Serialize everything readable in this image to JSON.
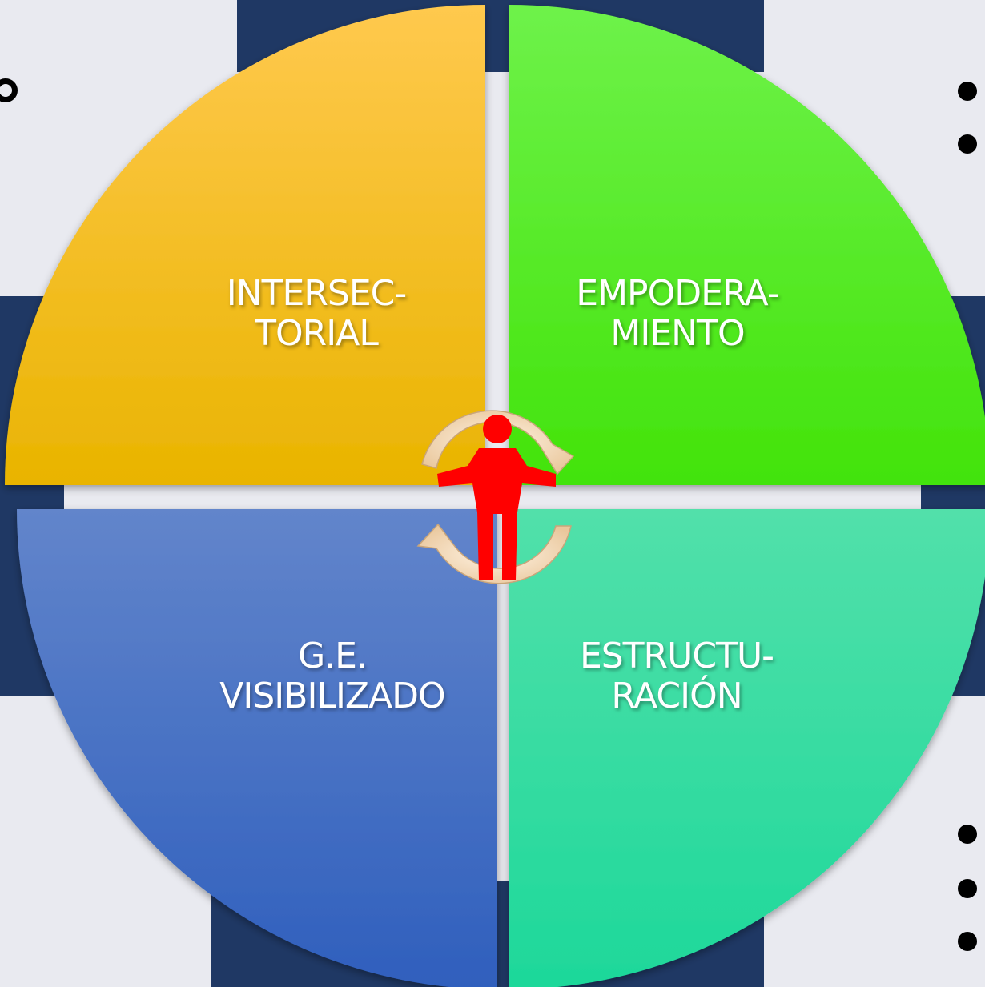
{
  "quadrants": {
    "top_left": {
      "label": "INTERSEC-\nTORIAL",
      "color_top": "#ffc94e",
      "color_bottom": "#e9b400"
    },
    "top_right": {
      "label": "EMPODERA-\nMIENTO",
      "color_top": "#6ef24a",
      "color_bottom": "#42e30a"
    },
    "bottom_left": {
      "label": "G.E.\nVISIBILIZADO",
      "color_top": "#6285cb",
      "color_bottom": "#2f5fbd"
    },
    "bottom_right": {
      "label": "ESTRUCTU-\nRACIÓN",
      "color_top": "#52e0aa",
      "color_bottom": "#1dd89a"
    }
  },
  "colors": {
    "background": "#e9eaf0",
    "navy": "#1f3864",
    "person": "#ff0000",
    "arrows": "#f3d6b4"
  },
  "center_icons": [
    "person-icon",
    "cycle-arrows-icon"
  ]
}
